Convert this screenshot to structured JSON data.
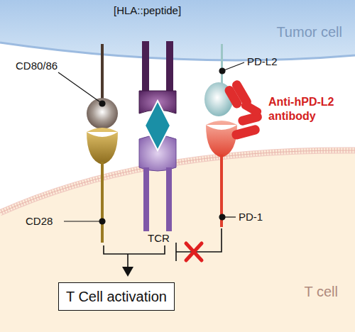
{
  "diagram": {
    "nodes": [
      {
        "text": [
          "Tumor cell"
        ]
      },
      {
        "text": [
          "T cell"
        ]
      },
      {
        "text": [
          "T Cell activation"
        ],
        "in": 1
      }
    ],
    "labels": [
      "CD80/86",
      "[HLA::peptide]",
      "PD-L2",
      "Anti-hPD-L2 antibody",
      "CD28",
      "TCR",
      "PD-1"
    ]
  }
}
